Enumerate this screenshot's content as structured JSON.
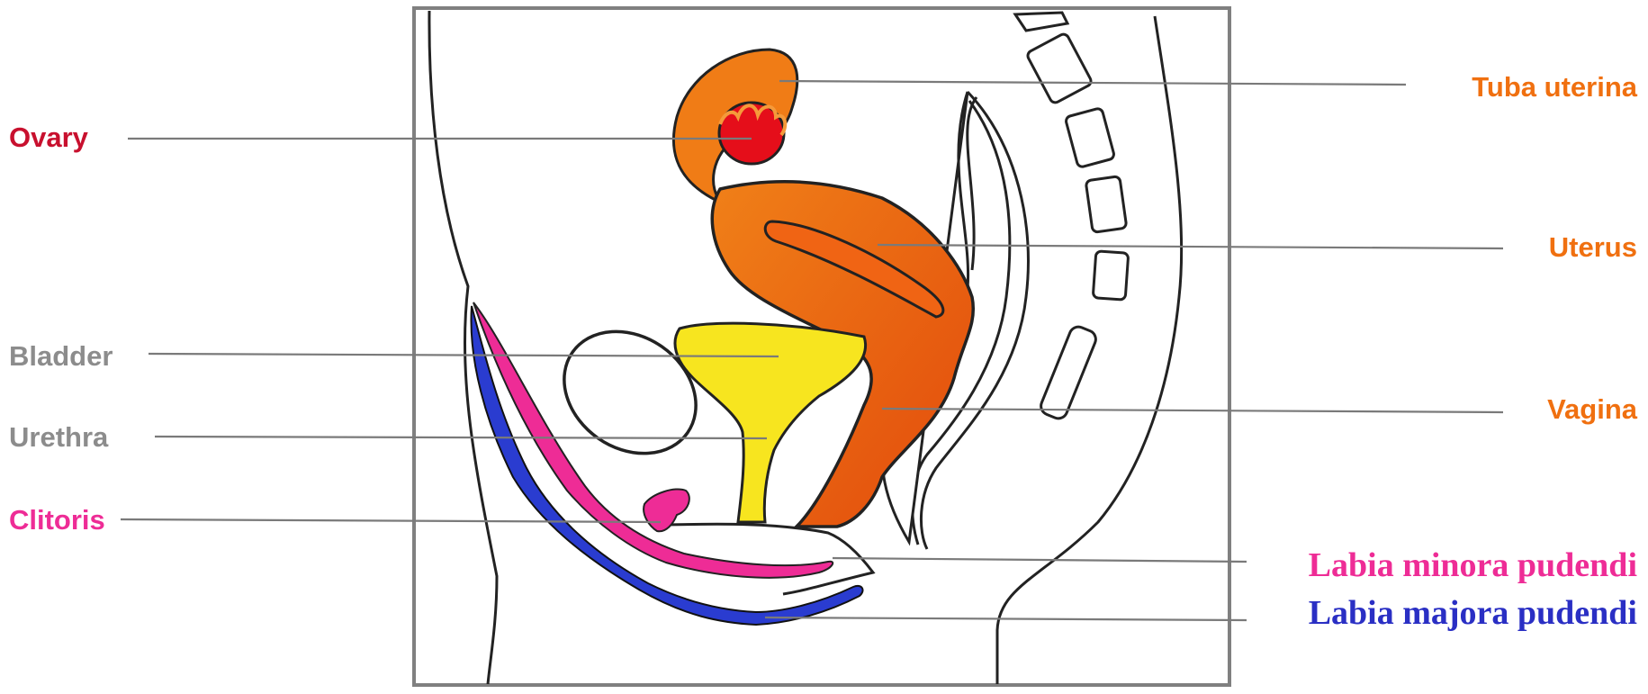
{
  "labels": {
    "ovary": "Ovary",
    "bladder": "Bladder",
    "urethra": "Urethra",
    "clitoris": "Clitoris",
    "tuba_uterina": "Tuba uterina",
    "uterus": "Uterus",
    "vagina": "Vagina",
    "labia_minora": "Labia minora pudendi",
    "labia_majora": "Labia majora pudendi"
  },
  "colors": {
    "ovary": "#c8102e",
    "bladder": "#8c8c8c",
    "urethra": "#8c8c8c",
    "clitoris": "#ee2c96",
    "tuba_uterina": "#f07010",
    "uterus": "#f07010",
    "vagina": "#f07010",
    "labia_minora": "#ee2c96",
    "labia_majora": "#2a2fc4",
    "leader_line": "#7a7a7a",
    "frame": "#808080"
  }
}
